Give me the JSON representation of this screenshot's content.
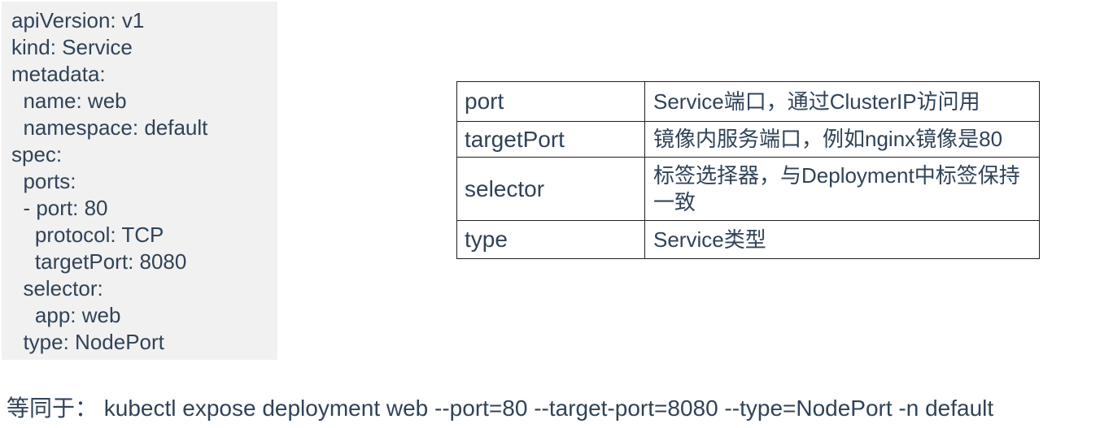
{
  "code_block": {
    "yaml": "apiVersion: v1\nkind: Service\nmetadata:\n  name: web\n  namespace: default\nspec:\n  ports:\n  - port: 80\n    protocol: TCP\n    targetPort: 8080\n  selector:\n    app: web\n  type: NodePort"
  },
  "table": {
    "rows": [
      {
        "key": "port",
        "desc": "Service端口，通过ClusterIP访问用"
      },
      {
        "key": "targetPort",
        "desc": "镜像内服务端口，例如nginx镜像是80"
      },
      {
        "key": "selector",
        "desc": "标签选择器，与Deployment中标签保持一致"
      },
      {
        "key": "type",
        "desc": "Service类型"
      }
    ]
  },
  "footer": {
    "text": "等同于： kubectl expose deployment web --port=80 --target-port=8080 --type=NodePort -n default"
  },
  "colors": {
    "text": "#304357",
    "code_background": "#F1F1F1",
    "table_border": "#1F1F1F",
    "page_background": "#FFFFFF"
  }
}
